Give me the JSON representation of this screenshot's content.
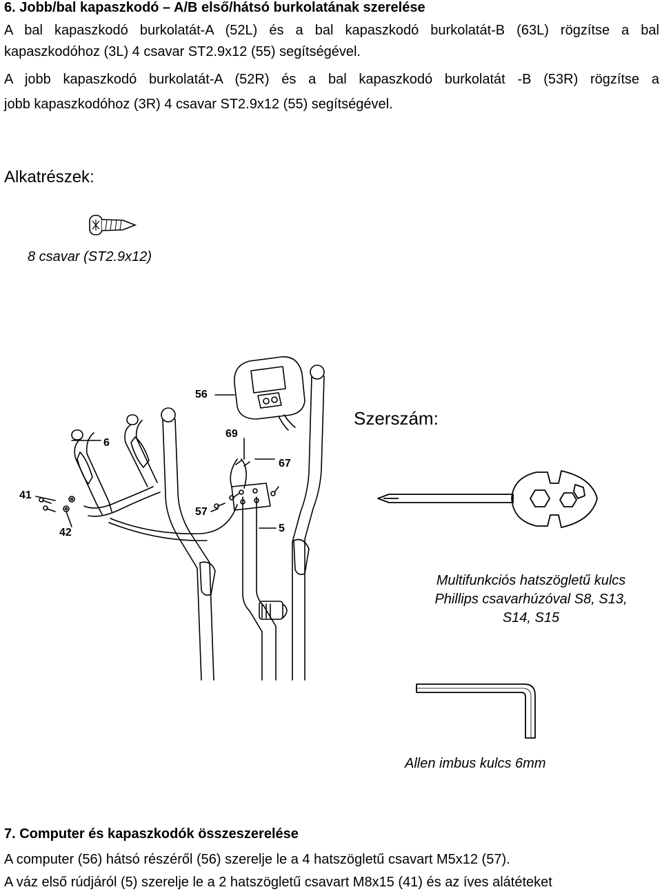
{
  "section6": {
    "title": "6. Jobb/bal kapaszkodó – A/B első/hátsó burkolatának szerelése",
    "para1_line1": "A bal kapaszkodó burkolatát-A (52L) és a bal kapaszkodó burkolatát-B (63L) rögzítse a bal",
    "para1_line2": "kapaszkodóhoz (3L)  4 csavar ST2.9x12 (55) segítségével.",
    "para2_line1": "A jobb kapaszkodó burkolatát-A (52R) és a bal kapaszkodó burkolatát -B (53R) rögzítse a",
    "para2_line2": "jobb kapaszkodóhoz (3R)  4 csavar ST2.9x12 (55) segítségével."
  },
  "parts": {
    "title": "Alkatrészek:",
    "screw_caption": "8 csavar (ST2.9x12)",
    "icon": "screw-icon"
  },
  "diagram": {
    "callouts": [
      "56",
      "69",
      "6",
      "67",
      "41",
      "57",
      "42",
      "5"
    ]
  },
  "tools": {
    "title": "Szerszám:",
    "wrench_caption_line1": "Multifunkciós hatszögletű kulcs",
    "wrench_caption_line2": "Phillips csavarhúzóval S8, S13,",
    "wrench_caption_line3": "S14, S15",
    "allen_caption": "Allen imbus kulcs 6mm",
    "icons": [
      "multi-wrench-icon",
      "allen-key-icon"
    ]
  },
  "section7": {
    "title": "7. Computer és kapaszkodók összeszerelése",
    "line1": "A computer (56) hátsó részéről (56) szerelje le a 4 hatszögletű csavart M5x12 (57).",
    "line2": "A váz első rúdjáról (5) szerelje le a 2 hatszögletű csavart M8x15 (41) és az íves alátéteket"
  }
}
